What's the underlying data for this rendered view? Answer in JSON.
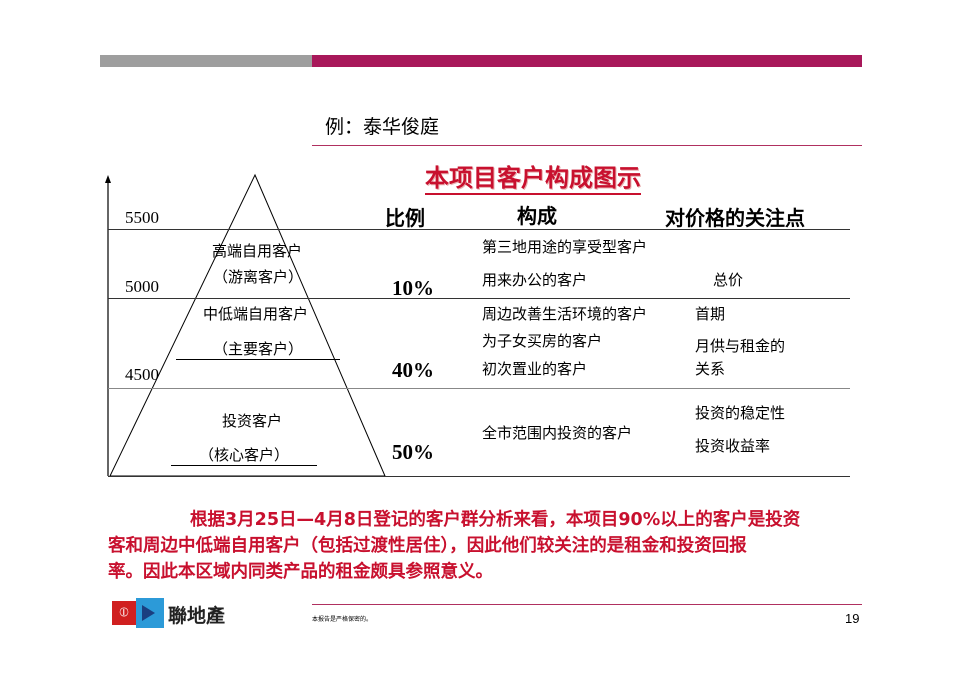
{
  "header": {
    "subtitle": "例：泰华俊庭",
    "colors": {
      "bar_gray": "#9E9E9E",
      "bar_crimson": "#A8185A"
    }
  },
  "chart": {
    "title": "本项目客户构成图示",
    "axis_ticks": [
      "5500",
      "5000",
      "4500"
    ],
    "columns": [
      "比例",
      "构成",
      "对价格的关注点"
    ],
    "rows": [
      {
        "segment": "高端自用客户",
        "segment_sub": "（游离客户）",
        "ratio": "10%",
        "composition": [
          "第三地用途的享受型客户",
          "用来办公的客户"
        ],
        "focus": [
          "总价"
        ]
      },
      {
        "segment": "中低端自用客户",
        "segment_sub": "（主要客户）",
        "ratio": "40%",
        "composition": [
          "周边改善生活环境的客户",
          "为子女买房的客户",
          "初次置业的客户"
        ],
        "focus": [
          "首期",
          "月供与租金的",
          "关系"
        ]
      },
      {
        "segment": "投资客户",
        "segment_sub": "（核心客户）",
        "ratio": "50%",
        "composition": [
          "全市范围内投资的客户"
        ],
        "focus": [
          "投资的稳定性",
          "投资收益率"
        ]
      }
    ]
  },
  "paragraph": [
    "根据3月25日—4月8日登记的客户群分析来看，本项目90%以上的客户是投资",
    "客和周边中低端自用客户（包括过渡性居住），因此他们较关注的是租金和投资回报",
    "率。因此本区域内同类产品的租金颇具参照意义。"
  ],
  "footer": {
    "logo_text": "聯地產",
    "note": "本报告是严格保密的。",
    "page_number": "19"
  }
}
